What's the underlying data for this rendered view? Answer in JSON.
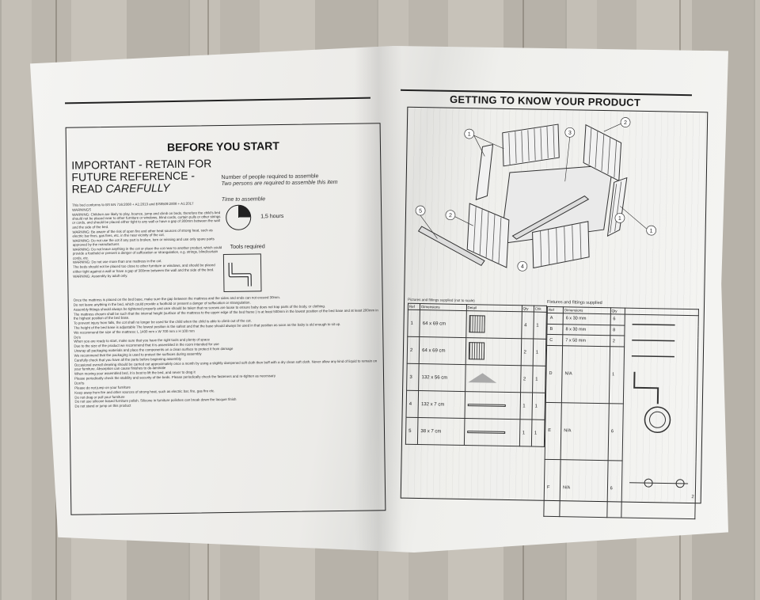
{
  "left": {
    "title": "BEFORE YOU START",
    "important_line1": "IMPORTANT - RETAIN FOR",
    "important_line2": "FUTURE REFERENCE -",
    "important_line3": "READ ",
    "important_careful": "CAREFULLY",
    "people_label": "Number of people required to assemble",
    "people_value": "Two persons are required to assemble this item",
    "time_label": "Time to assemble",
    "time_value": "1,5 hours",
    "tools_label": "Tools required",
    "paragraphs": [
      "This bed conforms to BS EN 716:2008 + A1:2013 and BS8509:2008 + A1:2017",
      "WARNINGS",
      "WARNING: Children are likely to play, bounce, jump and climb on beds, therefore the child's bed should not be placed near to other furniture or windows, blind cords, curtain pulls or other strings or cords, and should be placed either tight to any wall or have a gap of 300mm between the wall and the side of the bed.",
      "WARNING: Be aware of the risk of open fire and other heat sources of strong heat, such as electric bar fires, gas fires, etc. in the near vicinity of the cot.",
      "WARNING: Do not use the cot if any part is broken, torn or missing and use only spare parts approved by the manufacturer.",
      "WARNING: Do not leave anything in the cot or place the cot near to another product, which could provide a foothold or present a danger of suffocation or strangulation, e.g. strings, blind/curtain cords, etc.",
      "WARNING: Do not use more than one mattress in the cot.",
      "The beds should not be placed too close to other furniture or windows, and should be placed either tight against a wall or have a gap of 300mm between the wall and the side of the bed.",
      "WARNING: Assembly by adult only."
    ],
    "paragraphs_wide": [
      "Once the mattress is placed on the bed base, make sure the gap between the mattress and the sides and ends can not exceed 30mm.",
      "Do not leave anything in the bed, which could provide a foothold or present a danger of suffocation or strangulation.",
      "Assembly fittings should always be tightened properly and care should be taken that no screws are loose to ensure baby does not trap parts of the body, or clothing.",
      "The mattress chosen shall be such that the internal height (surface of the mattress to the upper edge of the bed frame ) is at least 500mm in the lowest position of the bed base and at least 200mm in the highest position of the bed base.",
      "To prevent injury from falls, the cot shall no longer be used for the child when the child is able to climb out of the cot.",
      "The height of the bed base is adjustable The lowest position is the safest and that the base should always be used in that position as soon as the baby is old enough to sit up.",
      "We recommend the size of the mattress: L 1400 mm x W 700 mm x H 100 mm",
      "Do's",
      "When you are ready to start, make sure that you have the right tools and plenty of space",
      "Due to the size of the product we recommend that it is assembled in the room intended for use",
      "Unwrap all packaging materials and place the components on a clean surface to protect it from damage",
      "We recommend that the packaging is used to protect the surfaces during assembly",
      "Carefully check that you have all the parts before beginning assembly",
      "Occasional overall cleaning should be carried out approximately once a month by using a slightly dampened soft cloth then buff with a dry clean soft cloth. Never allow any kind of liquid to remain on your furniture. Absorption can cause finishes to de-laminate",
      "When moving your assembled bed, it is best to lift the bed, and never to drag it",
      "Please periodically check the stability and security of the beds. Please periodically check the fasteners and re-tighten as necessary",
      "Don'ts",
      "Please do not jump on your furniture",
      "Keep away from fire and other sources of strong heat, such as electric bar, fire, gas fire etc.",
      "Do not drag or pull your furniture",
      "Do not use silicone based furniture polish. Silicone in furniture polishes can break down the lacquer finish",
      "Do not stand or jump on this product"
    ]
  },
  "right": {
    "title": "GETTING TO KNOW YOUR PRODUCT",
    "callouts": [
      "1",
      "2",
      "3",
      "1",
      "5",
      "2",
      "4",
      "1"
    ],
    "parts_caption": "Pictures and fittings supplied (not to scale)",
    "parts_headers": [
      "Ref",
      "Dimensions",
      "Detail",
      "Qty",
      "Chk"
    ],
    "parts_rows": [
      {
        "ref": "1",
        "dim": "64 x 69 cm",
        "qty": "4",
        "chk": "1"
      },
      {
        "ref": "2",
        "dim": "64 x 69 cm",
        "qty": "2",
        "chk": "1"
      },
      {
        "ref": "3",
        "dim": "132 x 56 cm",
        "qty": "2",
        "chk": "1"
      },
      {
        "ref": "4",
        "dim": "132 x 7 cm",
        "qty": "1",
        "chk": "1"
      },
      {
        "ref": "5",
        "dim": "38 x 7 cm",
        "qty": "1",
        "chk": "1"
      }
    ],
    "fittings_caption": "Fixtures and fittings supplied",
    "fittings_headers": [
      "Ref",
      "Dimensions",
      "Qty"
    ],
    "fittings_rows": [
      {
        "ref": "A",
        "dim": "6 x 30 mm",
        "qty": "6"
      },
      {
        "ref": "B",
        "dim": "8 x 30 mm",
        "qty": "8"
      },
      {
        "ref": "C",
        "dim": "7 x 50 mm",
        "qty": "2"
      },
      {
        "ref": "D",
        "dim": "N/A",
        "qty": "1"
      },
      {
        "ref": "E",
        "dim": "N/A",
        "qty": "6"
      },
      {
        "ref": "F",
        "dim": "N/A",
        "qty": "6"
      }
    ],
    "page_number": "2"
  }
}
